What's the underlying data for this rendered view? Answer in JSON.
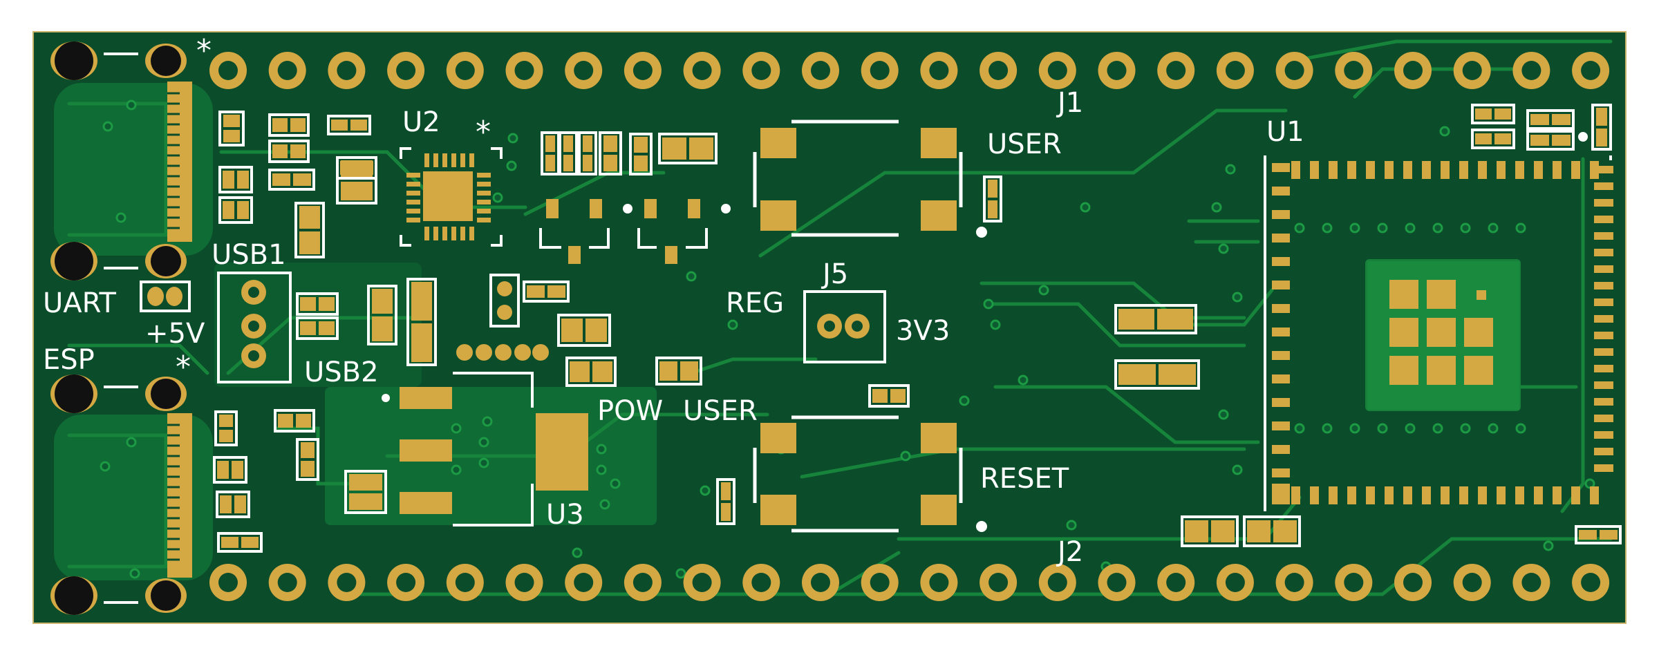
{
  "board": {
    "colors": {
      "substrate": "#0b4d2a",
      "copper_pour": "#157a3a",
      "trace": "#17843c",
      "pad": "#d4a843",
      "silkscreen": "#ffffff",
      "hole": "#111111"
    }
  },
  "labels": {
    "j1": "J1",
    "j2": "J2",
    "j5": "J5",
    "u1": "U1",
    "u2": "U2",
    "u3": "U3",
    "usb1": "USB1",
    "usb2": "USB2",
    "uart": "UART",
    "plus5v": "+5V",
    "esp": "ESP",
    "user_top": "USER",
    "reg": "REG",
    "v3v3": "3V3",
    "pow": "POW",
    "user_mid": "USER",
    "reset": "RESET",
    "star1": "*",
    "star2": "*",
    "star3": "*"
  },
  "headers": {
    "top_row_pins": 24,
    "bottom_row_pins": 24
  }
}
